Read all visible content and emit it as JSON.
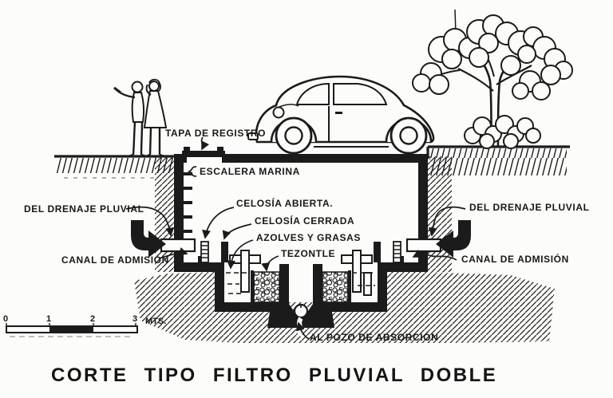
{
  "title": "CORTE TIPO FILTRO PLUVIAL DOBLE",
  "labels": {
    "tapa_de_registro": "TAPA DE REGISTRO",
    "escalera_marina": "ESCALERA MARINA",
    "celosia_abierta": "CELOSÍA ABIERTA.",
    "celosia_cerrada": "CELOSÍA CERRADA",
    "azolves_y_grasas": "AZOLVES Y GRASAS",
    "tezontle": "TEZONTLE",
    "del_drenaje_pluvial_izq": "DEL DRENAJE PLUVIAL",
    "canal_de_admision_izq": "CANAL DE ADMISIÓN",
    "del_drenaje_pluvial_der": "DEL DRENAJE PLUVIAL",
    "canal_de_admision_der": "CANAL DE ADMISIÓN",
    "al_pozo_de_absorcion": "AL POZO DE ABSORCIÓN"
  },
  "scale_bar": {
    "marks": [
      "0",
      "1",
      "2",
      "3"
    ],
    "unit": "MTS."
  },
  "colors": {
    "ink": "#1b1b1b",
    "paper": "#fcfcfa"
  }
}
